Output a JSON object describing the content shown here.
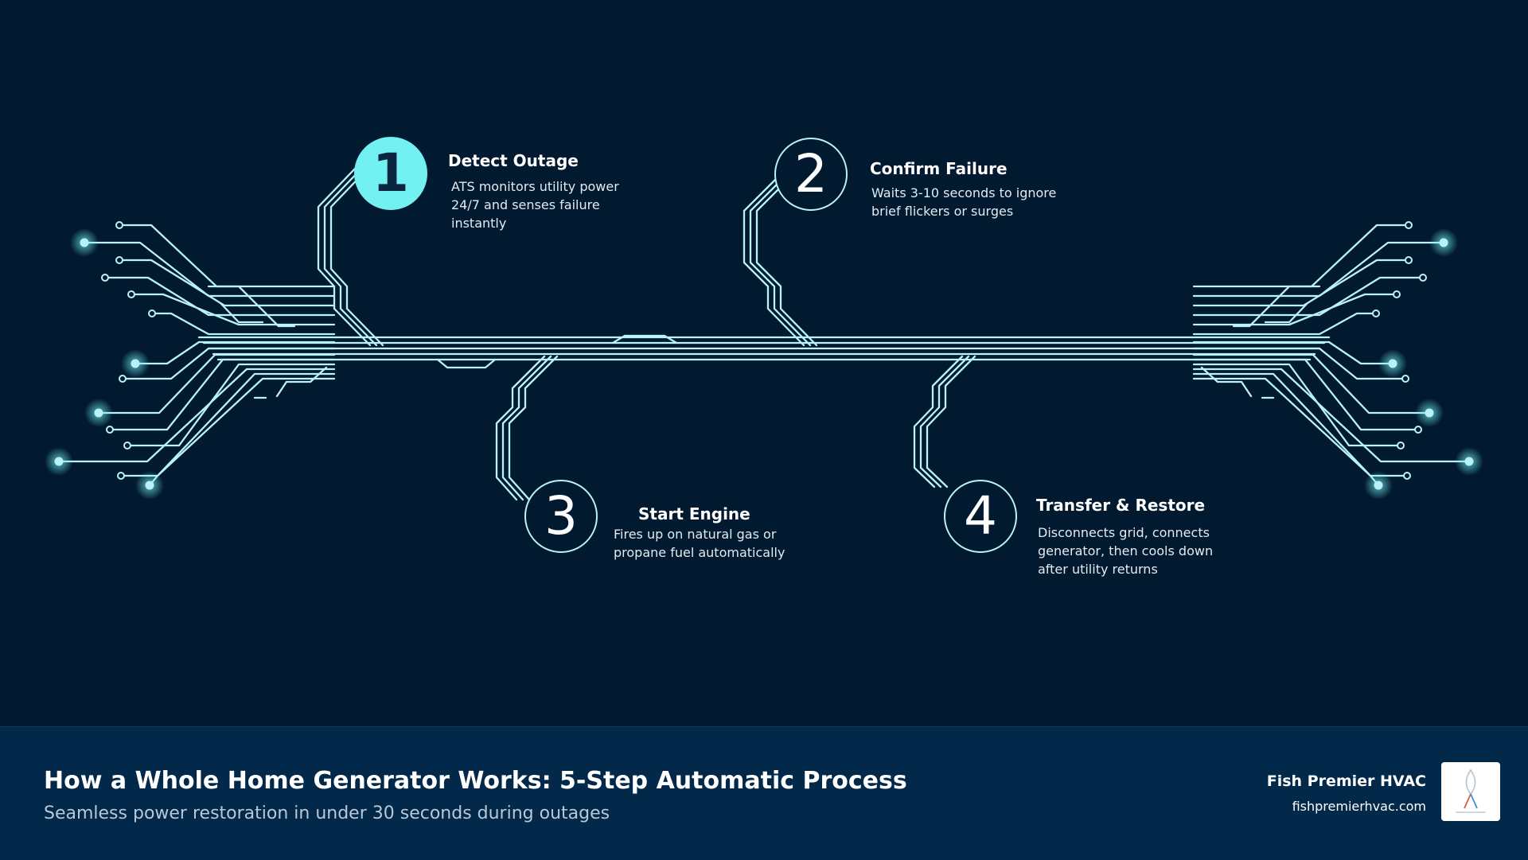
{
  "steps": [
    {
      "number": "1",
      "title": "Detect Outage",
      "description_lines": [
        "ATS monitors utility power",
        "24/7 and senses failure",
        "instantly"
      ]
    },
    {
      "number": "2",
      "title": "Confirm Failure",
      "description_lines": [
        "Waits 3-10 seconds to ignore",
        "brief flickers or surges"
      ]
    },
    {
      "number": "3",
      "title": "Start Engine",
      "description_lines": [
        "Fires up on natural gas or",
        "propane fuel automatically"
      ]
    },
    {
      "number": "4",
      "title": "Transfer & Restore",
      "description_lines": [
        "Disconnects grid, connects",
        "generator, then cools down",
        "after utility returns"
      ]
    }
  ],
  "footer": {
    "title": "How a Whole Home Generator Works: 5-Step Automatic Process",
    "subtitle": "Seamless power restoration in under 30 seconds during outages",
    "brand_name": "Fish Premier HVAC",
    "brand_url": "fishpremierhvac.com"
  },
  "colors": {
    "background": "#021a30",
    "footer_background": "#02284a",
    "circuit_trace": "#b9f3f7",
    "accent": "#72f0f2",
    "text": "#ffffff"
  },
  "icons": {
    "brand_logo": "fish-logo-icon"
  }
}
